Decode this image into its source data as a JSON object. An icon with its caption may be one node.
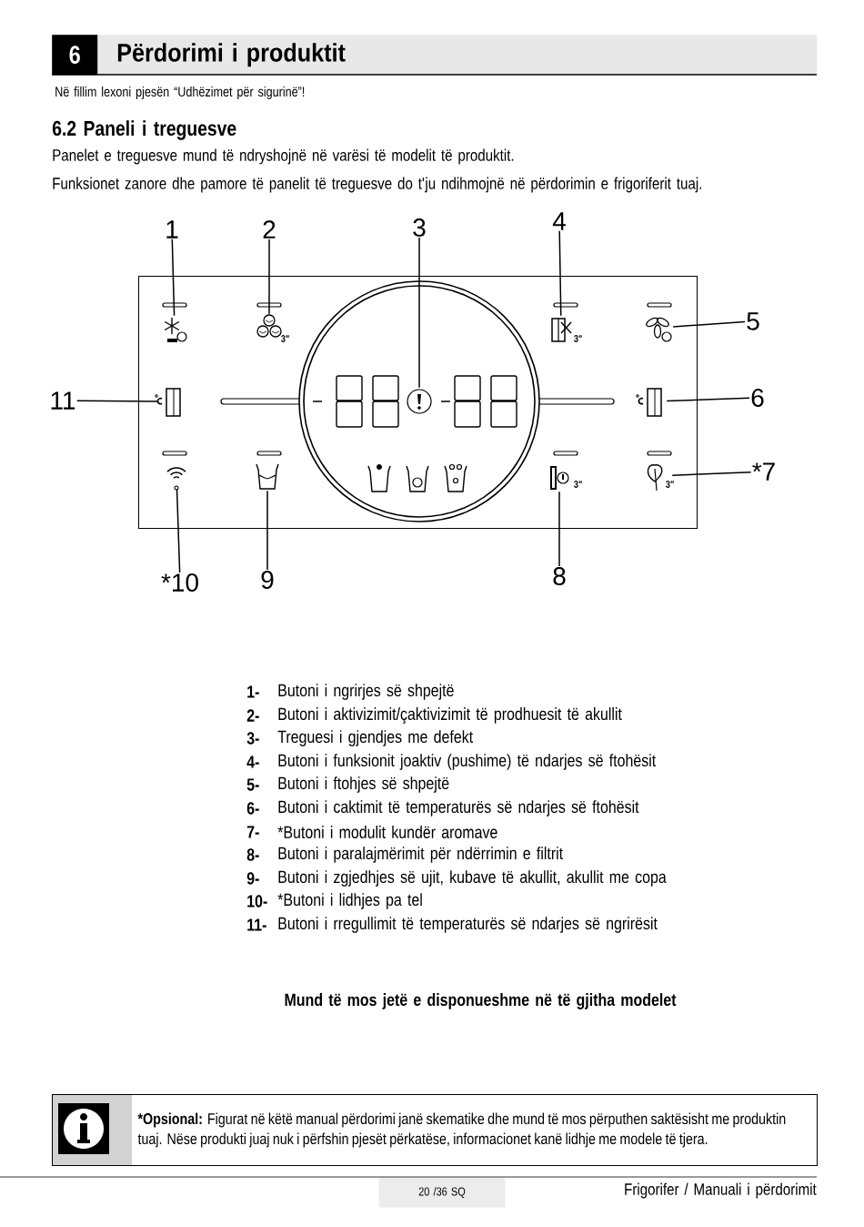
{
  "diagram": {
    "nodes": [
      {
        "text": [
          "Përdorimi i produktit"
        ]
      },
      {
        "text": [
          "6"
        ],
        "in": 0
      },
      {
        "text": [
          "1"
        ]
      },
      {
        "text": [
          "2"
        ]
      },
      {
        "text": [
          "3"
        ]
      },
      {
        "text": [
          "4"
        ]
      },
      {
        "text": [
          "5"
        ]
      },
      {
        "text": [
          "6"
        ]
      },
      {
        "text": [
          "*7"
        ]
      },
      {
        "text": [
          "8"
        ]
      },
      {
        "text": [
          "9"
        ]
      },
      {
        "text": [
          "*10"
        ]
      },
      {
        "text": [
          "11"
        ]
      },
      {
        "text": [],
        "shape": "box"
      },
      {
        "text": [],
        "shape": "picture",
        "in": 13
      },
      {
        "text": [],
        "shape": "picture",
        "in": 13,
        "beside": [
          "3\""
        ]
      },
      {
        "text": [],
        "shape": "picture",
        "in": 13
      },
      {
        "text": [],
        "shape": "picture",
        "in": 13,
        "beside": [
          "3\""
        ]
      },
      {
        "text": [],
        "shape": "picture",
        "in": 13
      },
      {
        "text": [],
        "shape": "picture",
        "in": 13
      },
      {
        "text": [],
        "shape": "picture",
        "in": 13,
        "beside": [
          "3\""
        ]
      },
      {
        "text": [],
        "shape": "picture",
        "in": 13,
        "beside": [
          "3\""
        ]
      },
      {
        "text": [],
        "shape": "picture",
        "in": 13
      },
      {
        "text": [],
        "shape": "picture",
        "in": 13
      },
      {
        "text": [],
        "shape": "picture",
        "in": 13
      },
      {
        "text": [
          "*Opsional:",
          "Figurat në këtë manual përdorimi janë skematike dhe mund të mos përputhen saktësisht me produktin tuaj. Nëse produkti juaj nuk i përfshin pjesët përkatëse, informacionet kanë lidhje me modele të tjera."
        ]
      },
      {
        "text": [
          "20 /36 SQ"
        ]
      }
    ],
    "edges": [
      {
        "from": 2,
        "to": 14,
        "arrow": "none"
      },
      {
        "from": 3,
        "to": 15,
        "arrow": "none"
      },
      {
        "from": 4,
        "to": 16,
        "arrow": "none"
      },
      {
        "from": 5,
        "to": 17,
        "arrow": "none"
      },
      {
        "from": 6,
        "to": 18,
        "arrow": "none"
      },
      {
        "from": 7,
        "to": 19,
        "arrow": "none"
      },
      {
        "from": 8,
        "to": 20,
        "arrow": "none"
      },
      {
        "from": 9,
        "to": 21,
        "arrow": "none"
      },
      {
        "from": 10,
        "to": 22,
        "arrow": "none"
      },
      {
        "from": 11,
        "to": 23,
        "arrow": "none"
      },
      {
        "from": 12,
        "to": 24,
        "arrow": "none"
      }
    ],
    "labels": [
      "Në fillim lexoni pjesën “Udhëzimet për sigurinë”!",
      "6.2 Paneli i treguesve",
      "Panelet e treguesve mund të ndryshojnë në varësi të modelit të produktit.",
      "Funksionet zanore dhe pamore të panelit të treguesve do t'ju ndihmojnë në përdorimin e frigoriferit tuaj.",
      "1-",
      "Butoni i ngrirjes së shpejtë",
      "2-",
      "Butoni i aktivizimit/çaktivizimit të prodhuesit të akullit",
      "3-",
      "Treguesi i gjendjes me defekt",
      "4-",
      "Butoni i funksionit joaktiv (pushime) të ndarjes së ftohësit",
      "5-",
      "Butoni i ftohjes së shpejtë",
      "6-",
      "Butoni i caktimit të temperaturës së ndarjes së ftohësit",
      "7-",
      "*Butoni i modulit kundër aromave",
      "8-",
      "Butoni i paralajmërimit për ndërrimin e filtrit",
      "9-",
      "Butoni i zgjedhjes së ujit, kubave të akullit, akullit me copa",
      "10-",
      "*Butoni i lidhjes pa tel",
      "11-",
      "Butoni i rregullimit të temperaturës së ndarjes së ngrirësit",
      "Mund të mos jetë e disponueshme në të gjitha modelet",
      "Frigorifer / Manuali i përdorimit"
    ]
  }
}
